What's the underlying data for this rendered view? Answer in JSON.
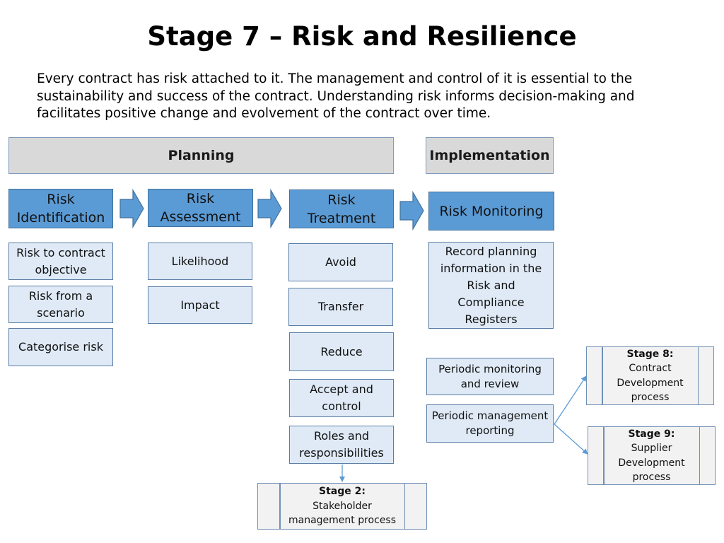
{
  "title": "Stage 7 – Risk and Resilience",
  "intro": "Every contract has risk attached to it. The management and control of it is essential to the sustainability and success of the contract. Understanding risk informs decision-making and facilitates positive change and evolvement of the contract over time.",
  "phases": {
    "planning": "Planning",
    "implementation": "Implementation"
  },
  "columns": {
    "identification": {
      "heading": [
        "Risk",
        "Identification"
      ],
      "items": [
        [
          "Risk to contract",
          "objective"
        ],
        [
          "Risk from a",
          "scenario"
        ],
        [
          "Categorise risk"
        ]
      ]
    },
    "assessment": {
      "heading": [
        "Risk",
        "Assessment"
      ],
      "items": [
        [
          "Likelihood"
        ],
        [
          "Impact"
        ]
      ]
    },
    "treatment": {
      "heading": [
        "Risk",
        "Treatment"
      ],
      "items": [
        [
          "Avoid"
        ],
        [
          "Transfer"
        ],
        [
          "Reduce"
        ],
        [
          "Accept and",
          "control"
        ],
        [
          "Roles and",
          "responsibilities"
        ]
      ]
    },
    "monitoring": {
      "heading": [
        "Risk Monitoring"
      ],
      "items": [
        [
          "Record planning",
          "information in the",
          "Risk and",
          "Compliance",
          "Registers"
        ],
        [
          "Periodic monitoring",
          "and review"
        ],
        [
          "Periodic management",
          "reporting"
        ]
      ]
    }
  },
  "stages": {
    "stage2": {
      "label": "Stage 2:",
      "lines": [
        "Stakeholder",
        "management process"
      ]
    },
    "stage8": {
      "label": "Stage 8:",
      "lines": [
        "Contract",
        "Development",
        "process"
      ]
    },
    "stage9": {
      "label": "Stage 9:",
      "lines": [
        "Supplier",
        "Development",
        "process"
      ]
    }
  },
  "colors": {
    "heading_fill": "#5b9bd5",
    "item_fill": "#dfeaf6",
    "phase_fill": "#d9d9d9",
    "stage_fill": "#f2f2f2",
    "connector": "#5b9bd5"
  }
}
